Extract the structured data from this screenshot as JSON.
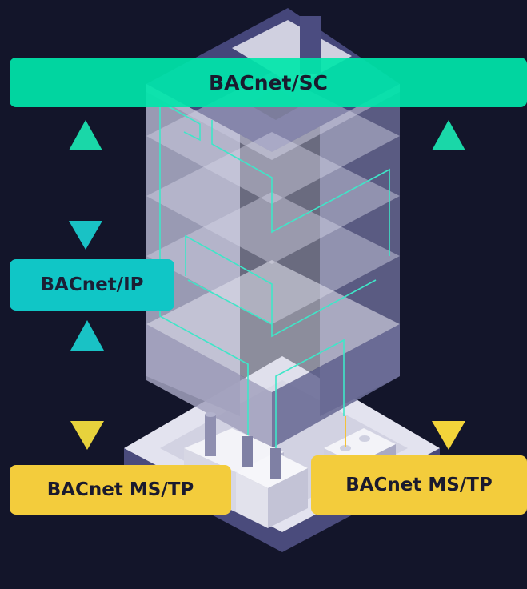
{
  "labels": {
    "sc": "BACnet/SC",
    "ip": "BACnet/IP",
    "mstp_left": "BACnet MS/TP",
    "mstp_right": "BACnet MS/TP"
  },
  "colors": {
    "background": "#13152a",
    "sc": "#00e6aa",
    "ip": "#10c6c6",
    "mstp": "#f3cc3c",
    "wire": "#3fe6c8"
  },
  "connections": [
    {
      "from": "BACnet/SC",
      "to": "BACnet/IP",
      "direction": "bidirectional",
      "style": "dotted"
    },
    {
      "from": "BACnet/IP",
      "to": "BACnet MS/TP",
      "direction": "bidirectional",
      "style": "dotted"
    },
    {
      "from": "BACnet/SC",
      "to": "BACnet MS/TP",
      "direction": "bidirectional",
      "style": "dotted"
    }
  ]
}
